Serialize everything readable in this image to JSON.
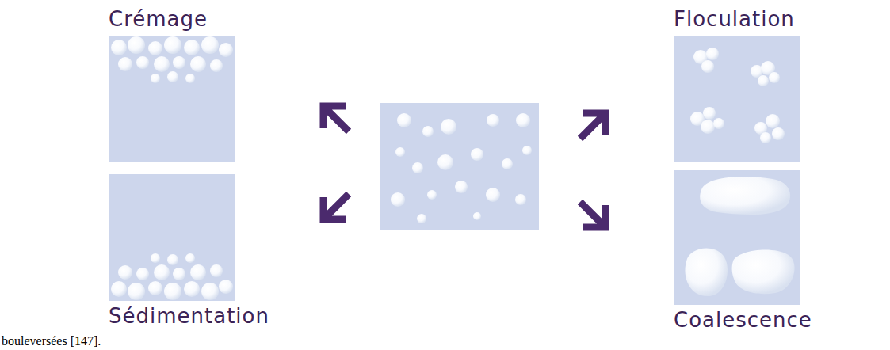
{
  "diagram": {
    "nodes": [
      {
        "text": [
          "Crémage"
        ]
      },
      {
        "text": [
          "Sédimentation"
        ]
      },
      {
        "text": [
          "Floculation"
        ]
      },
      {
        "text": [
          "Coalescence"
        ]
      }
    ],
    "labels": [
      "bouleversées [147]."
    ]
  }
}
